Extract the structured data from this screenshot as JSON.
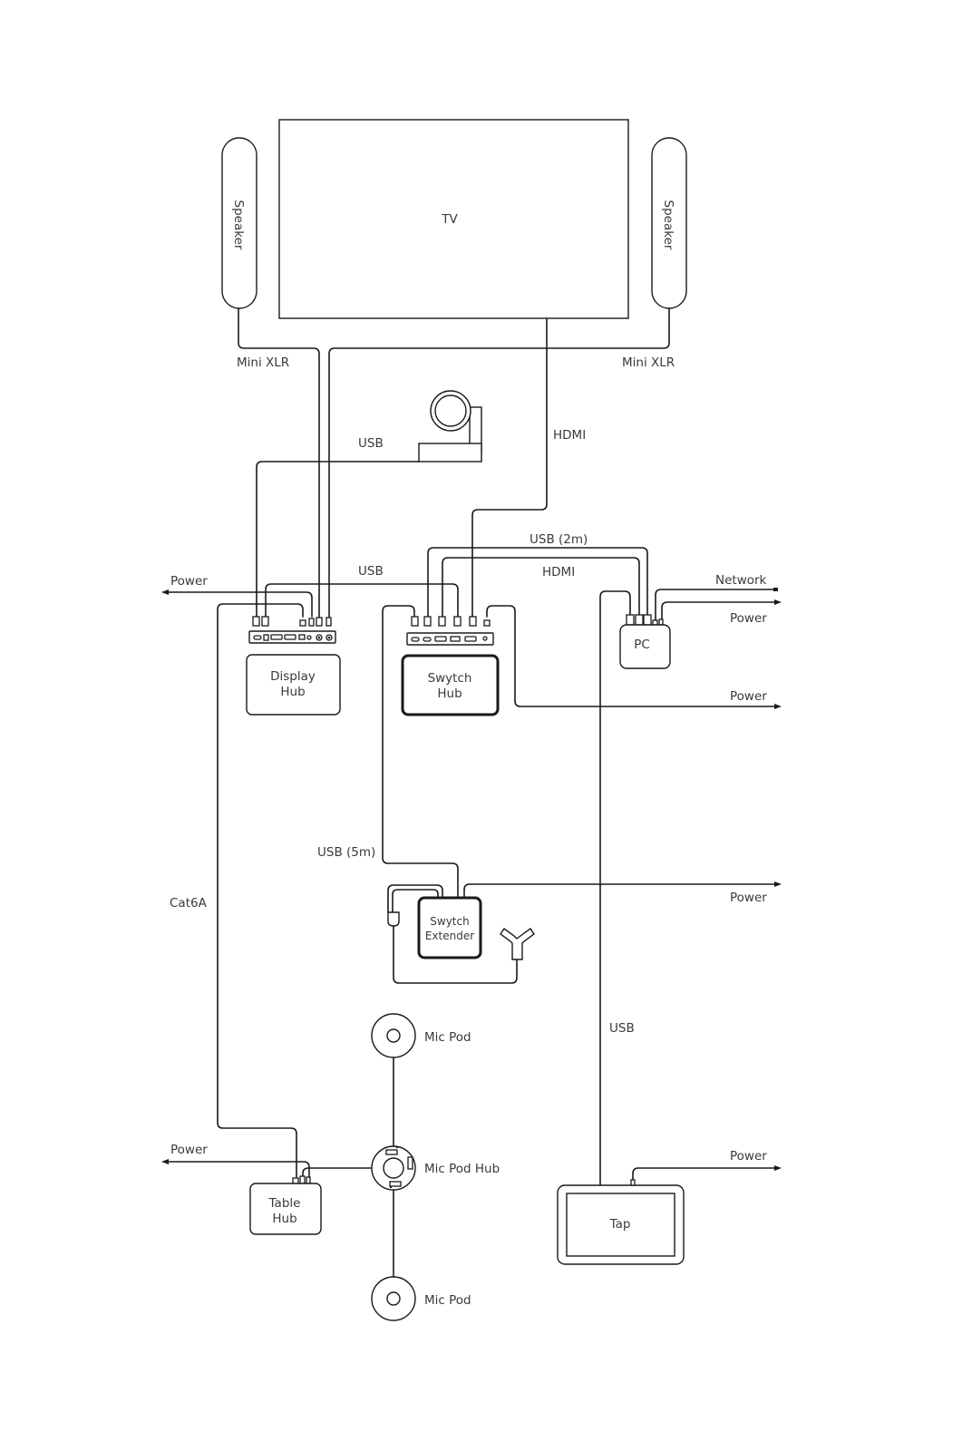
{
  "devices": {
    "tv": "TV",
    "speaker_left": "Speaker",
    "speaker_right": "Speaker",
    "display_hub": [
      "Display",
      "Hub"
    ],
    "swytch_hub": [
      "Swytch",
      "Hub"
    ],
    "pc": "PC",
    "swytch_extender": [
      "Swytch",
      "Extender"
    ],
    "mic_pod_top": "Mic Pod",
    "mic_pod_hub": "Mic Pod Hub",
    "mic_pod_bottom": "Mic Pod",
    "table_hub": [
      "Table",
      "Hub"
    ],
    "tap": "Tap"
  },
  "cables": {
    "mini_xlr_left": "Mini XLR",
    "mini_xlr_right": "Mini XLR",
    "camera_usb": "USB",
    "tv_hdmi": "HDMI",
    "usb_2m": "USB (2m)",
    "pc_hdmi": "HDMI",
    "hub_usb": "USB",
    "power_display_hub": "Power",
    "network_pc": "Network",
    "power_pc": "Power",
    "power_swytch_hub": "Power",
    "usb_5m": "USB (5m)",
    "cat6a": "Cat6A",
    "power_extender": "Power",
    "tap_usb": "USB",
    "power_table_hub": "Power",
    "power_tap": "Power"
  }
}
